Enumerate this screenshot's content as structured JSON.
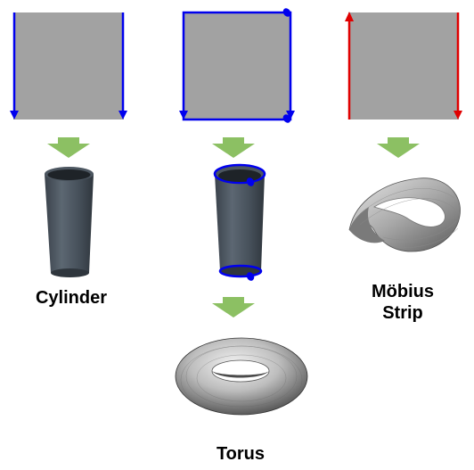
{
  "labels": {
    "cylinder": "Cylinder",
    "mobius_line1": "Möbius",
    "mobius_line2": "Strip",
    "torus": "Torus"
  },
  "colors": {
    "square_fill": "#a2a2a2",
    "edge_blue": "#0000ee",
    "edge_red": "#e00000",
    "arrow_green": "#8cc063",
    "surface_dark": "#49525c"
  }
}
